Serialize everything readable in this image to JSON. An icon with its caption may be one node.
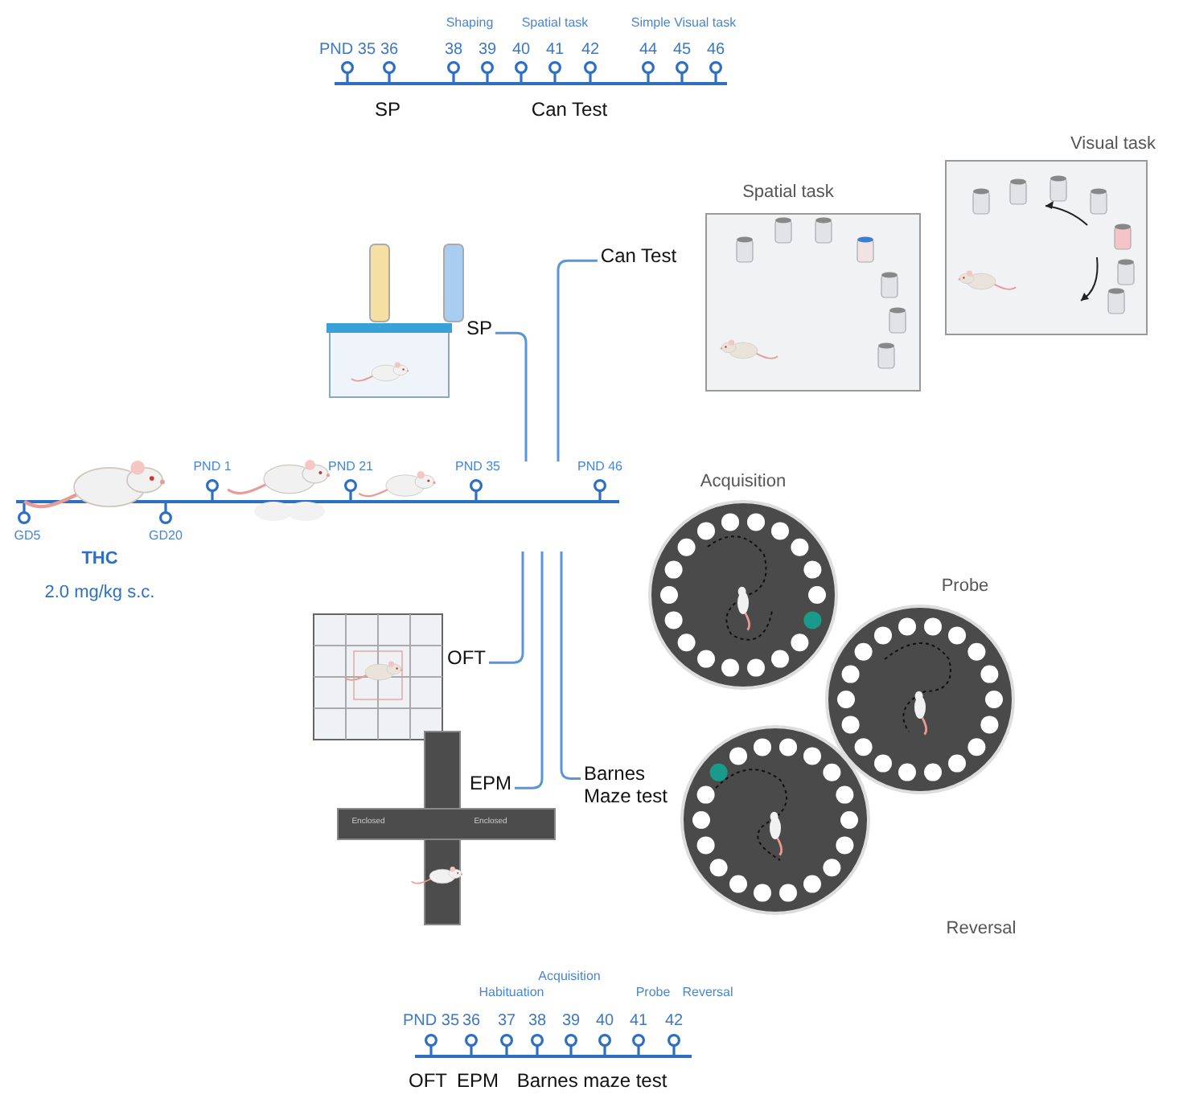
{
  "diagram": {
    "nodes": [
      {
        "text": [
          "SP"
        ]
      },
      {
        "text": [
          "Can Test"
        ]
      },
      {
        "text": [
          "OFT"
        ]
      },
      {
        "text": [
          "EPM"
        ]
      },
      {
        "text": [
          "Barnes Maze test"
        ]
      }
    ],
    "edges": [
      {
        "from": null,
        "to": 0,
        "arrow": "none"
      },
      {
        "from": null,
        "to": 1,
        "arrow": "none"
      },
      {
        "from": null,
        "to": 2,
        "arrow": "none"
      },
      {
        "from": null,
        "to": 3,
        "arrow": "none"
      },
      {
        "from": null,
        "to": 4,
        "arrow": "none"
      }
    ],
    "labels": [
      "Shaping",
      "Spatial task",
      "Simple Visual task",
      "PND 35",
      "36",
      "38",
      "39",
      "40",
      "41",
      "42",
      "44",
      "45",
      "46",
      "SP",
      "Can Test",
      "Visual task",
      "Spatial task",
      "PND 1",
      "PND 21",
      "PND 35",
      "PND 46",
      "GD5",
      "GD20",
      "THC",
      "2.0 mg/kg s.c.",
      "Acquisition",
      "Probe",
      "Enclosed",
      "Enclosed",
      "Reversal",
      "Acquisition",
      "Habituation",
      "Probe",
      "Reversal",
      "PND 35",
      "36",
      "37",
      "38",
      "39",
      "40",
      "41",
      "42",
      "OFT",
      "EPM",
      "Barnes maze test"
    ]
  }
}
